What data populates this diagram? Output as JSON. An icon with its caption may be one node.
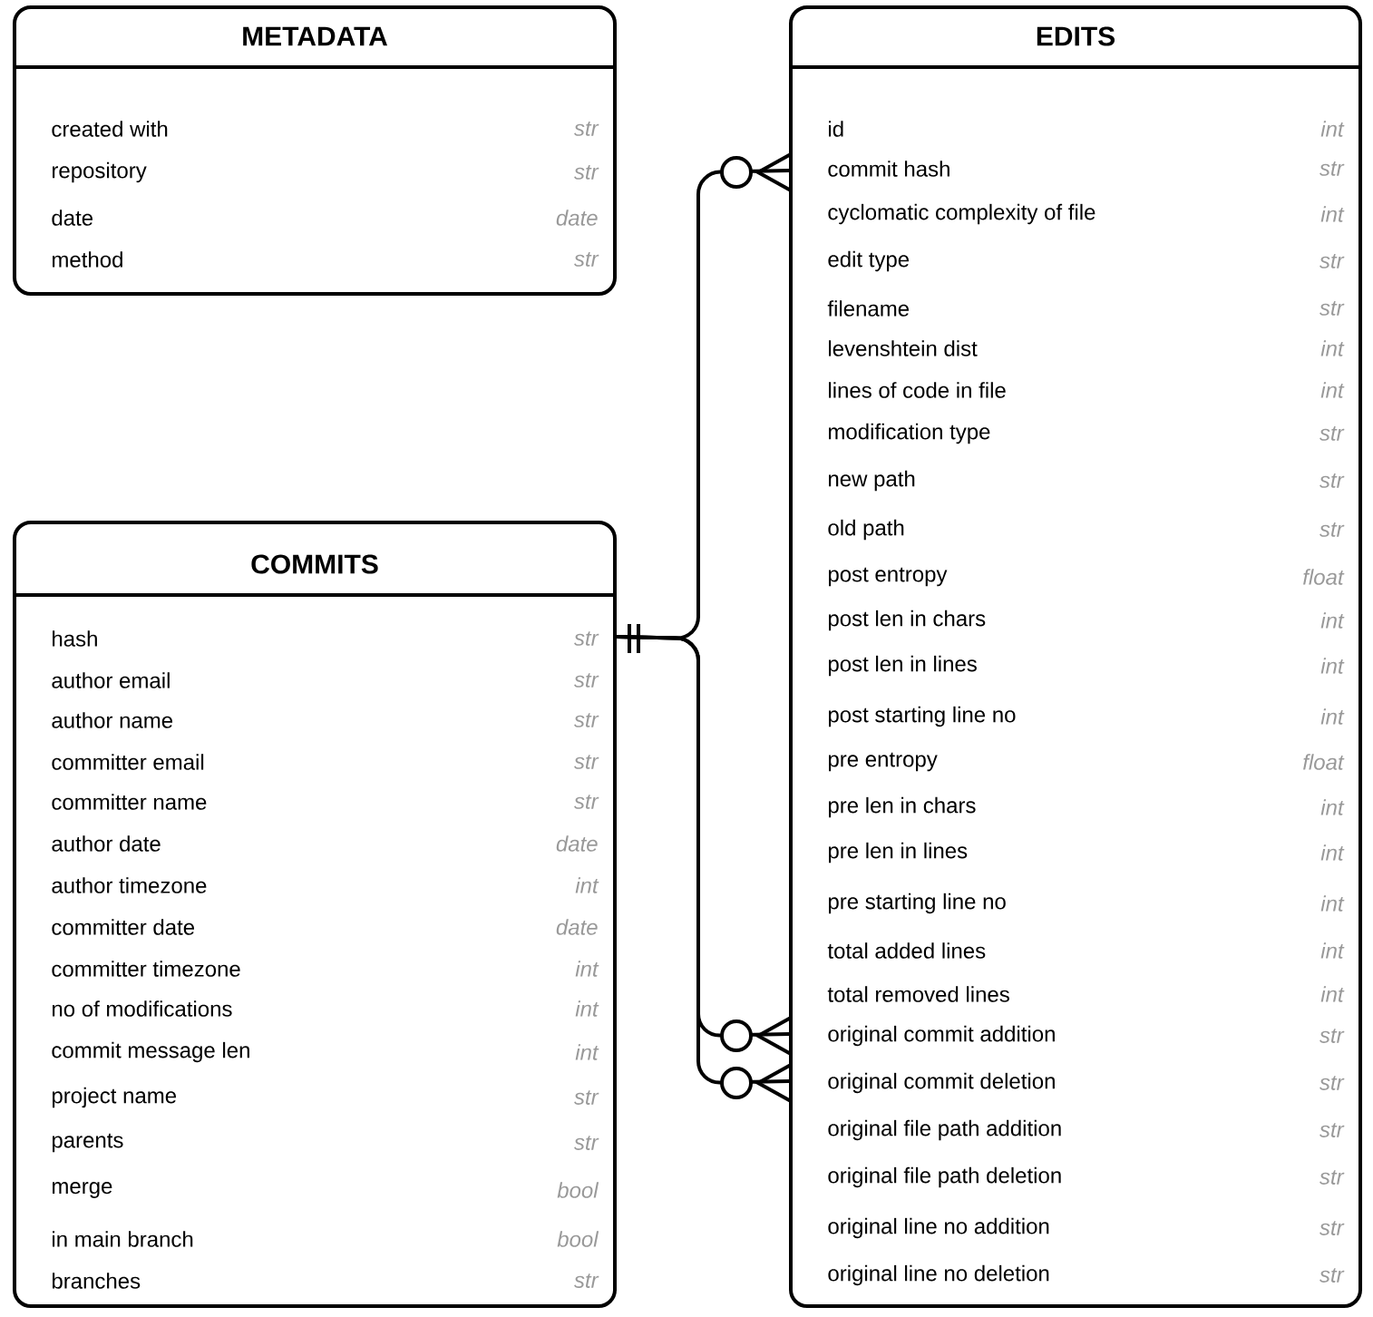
{
  "diagram": {
    "nodes": [
      {
        "text": [
          "METADATA",
          "created with",
          "str",
          "repository",
          "str",
          "date",
          "date",
          "method",
          "str"
        ]
      },
      {
        "text": [
          "COMMITS",
          "hash",
          "str",
          "author email",
          "str",
          "author name",
          "str",
          "committer email",
          "str",
          "committer name",
          "str",
          "author date",
          "date",
          "author timezone",
          "int",
          "committer date",
          "date",
          "committer timezone",
          "int",
          "no of modifications",
          "int",
          "commit message len",
          "int",
          "project name",
          "str",
          "parents",
          "str",
          "merge",
          "bool",
          "in main branch",
          "bool",
          "branches",
          "str"
        ]
      },
      {
        "text": [
          "EDITS",
          "id",
          "int",
          "commit hash",
          "str",
          "cyclomatic complexity of file",
          "int",
          "edit type",
          "str",
          "filename",
          "str",
          "levenshtein dist",
          "int",
          "lines of code in file",
          "int",
          "modification type",
          "str",
          "new path",
          "str",
          "old path",
          "str",
          "post entropy",
          "float",
          "post len in chars",
          "int",
          "post len in lines",
          "int",
          "post starting line no",
          "int",
          "pre entropy",
          "float",
          "pre len in chars",
          "int",
          "pre len in lines",
          "int",
          "pre starting line no",
          "int",
          "total added lines",
          "int",
          "total removed lines",
          "int",
          "original commit addition",
          "str",
          "original commit deletion",
          "str",
          "original file path addition",
          "str",
          "original file path deletion",
          "str",
          "original line no addition",
          "str",
          "original line no deletion",
          "str"
        ]
      }
    ],
    "edges": [
      {
        "from": 1,
        "to": 2,
        "arrow": "other"
      },
      {
        "from": 1,
        "to": 2,
        "arrow": "other"
      },
      {
        "from": 1,
        "to": 2,
        "arrow": "other"
      }
    ]
  }
}
